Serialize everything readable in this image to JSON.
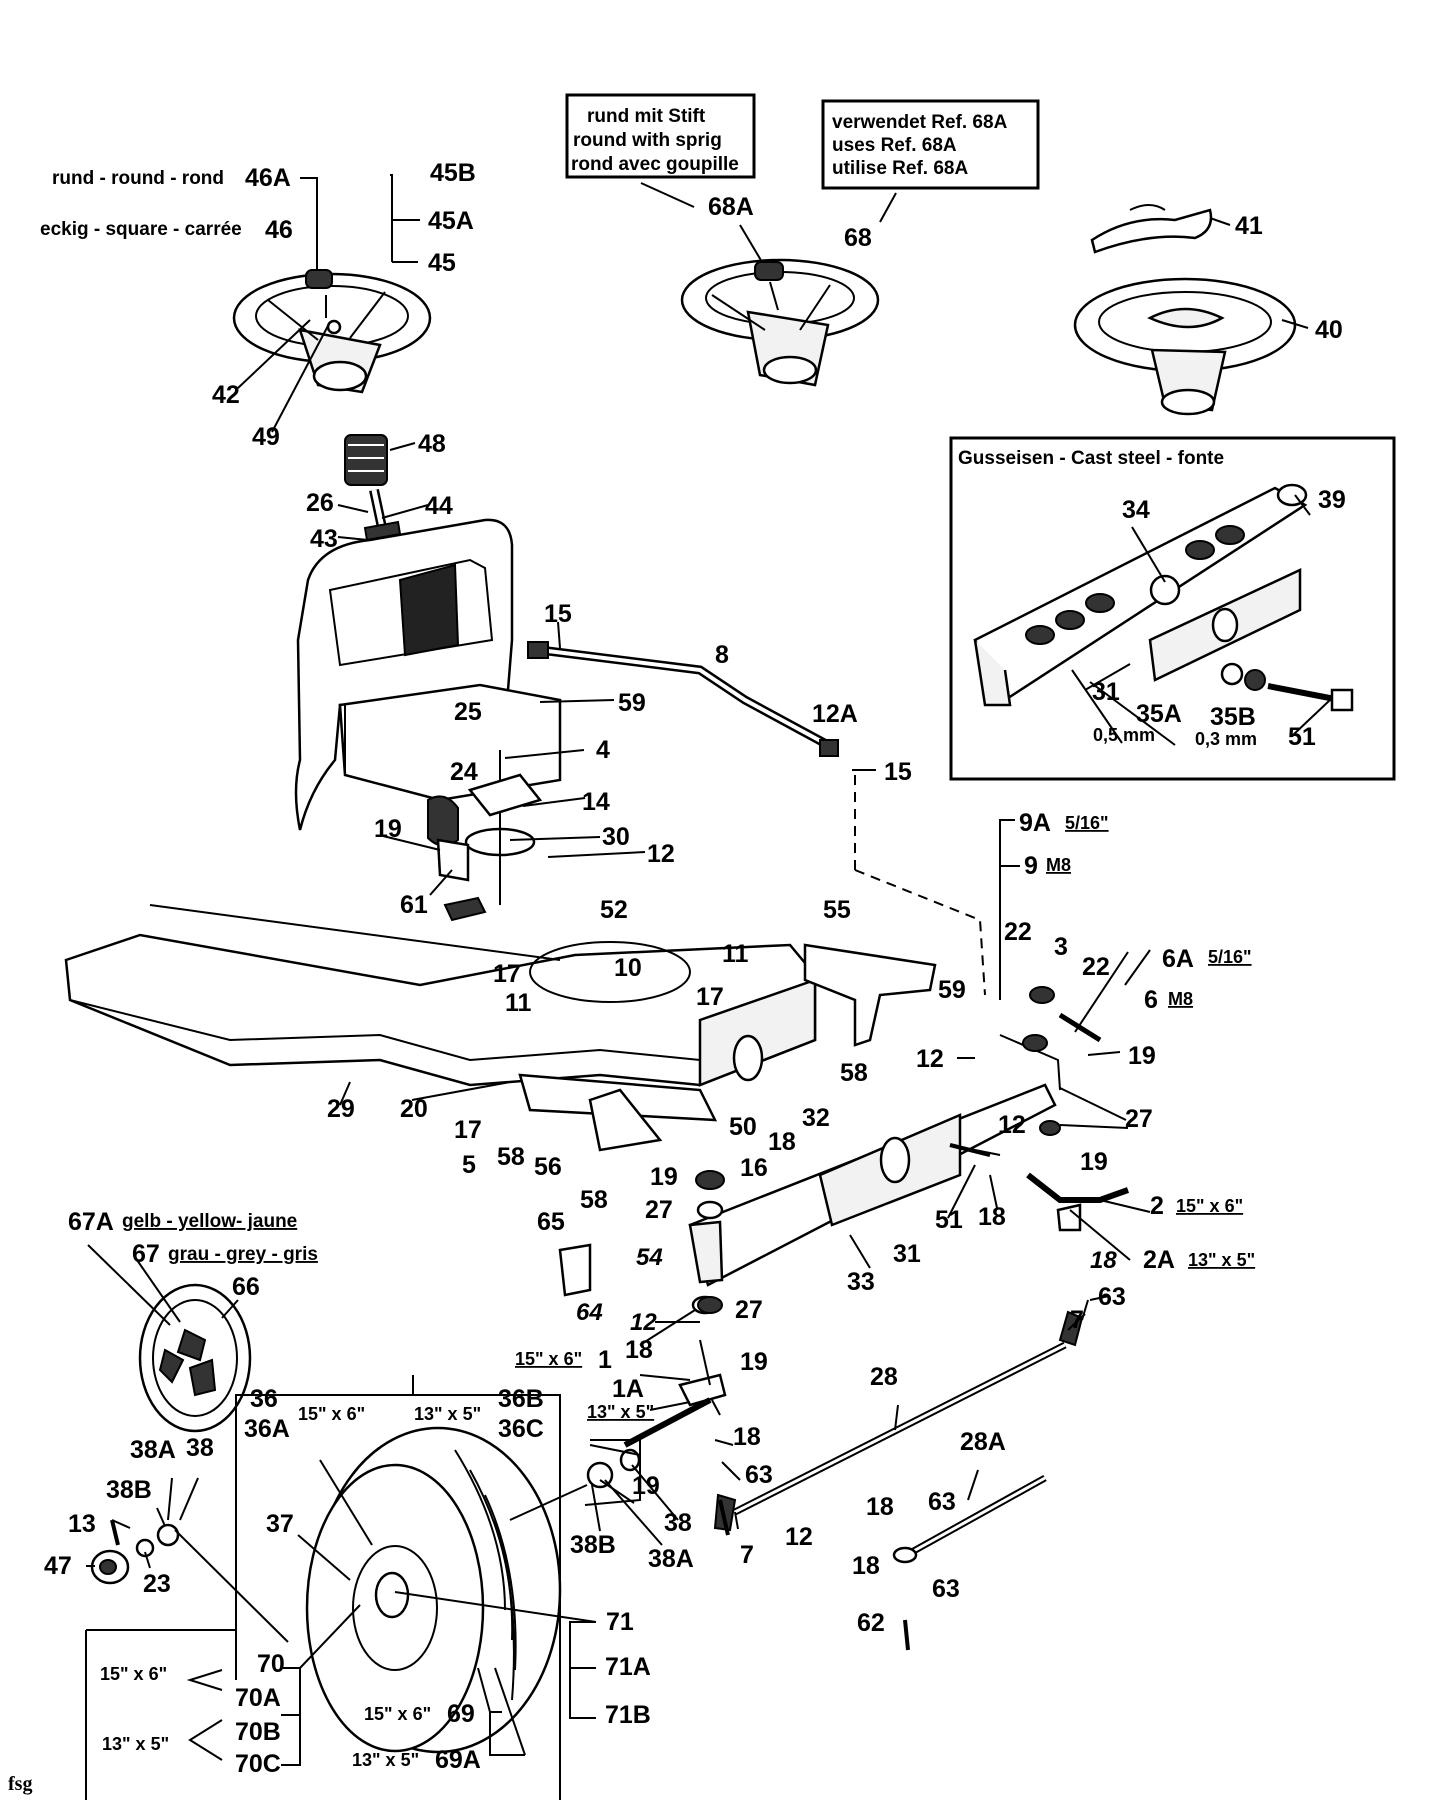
{
  "notes": {
    "round_pin": [
      "rund mit Stift",
      "round with sprig",
      "rond avec goupille"
    ],
    "uses_68a": [
      "verwendet Ref. 68A",
      "uses Ref. 68A",
      "utilise Ref. 68A"
    ],
    "cast_steel": "Gusseisen - Cast steel - fonte",
    "round_46a": "rund - round - rond",
    "square_46": "eckig - square - carrée",
    "yellow_67a": "gelb - yellow- jaune",
    "grey_67": "grau - grey - gris"
  },
  "sizes": {
    "s516": "5/16\"",
    "m8": "M8",
    "w15x6": "15\" x 6\"",
    "w13x5": "13\" x 5\"",
    "mm05": "0,5 mm",
    "mm03": "0,3 mm"
  },
  "labels": {
    "p46A": "46A",
    "p46": "46",
    "p45B": "45B",
    "p45A": "45A",
    "p45": "45",
    "p42": "42",
    "p49": "49",
    "p48": "48",
    "p26": "26",
    "p44": "44",
    "p43": "43",
    "p68A": "68A",
    "p68": "68",
    "p41": "41",
    "p40": "40",
    "p34": "34",
    "p39": "39",
    "p31box": "31",
    "p35A": "35A",
    "p35B": "35B",
    "p51box": "51",
    "p15a": "15",
    "p8": "8",
    "p59a": "59",
    "p25": "25",
    "p4": "4",
    "p12A": "12A",
    "p15b": "15",
    "p24": "24",
    "p14": "14",
    "p30": "30",
    "p19a": "19",
    "p12a": "12",
    "p61": "61",
    "p9A": "9A",
    "p9": "9",
    "p55": "55",
    "p52": "52",
    "p10": "10",
    "p11a": "11",
    "p17a": "17",
    "p11b": "11",
    "p17b": "17",
    "p22a": "22",
    "p3": "3",
    "p22b": "22",
    "p6A": "6A",
    "p6": "6",
    "p59b": "59",
    "p19b": "19",
    "p12b": "12",
    "p58a": "58",
    "p29": "29",
    "p20": "20",
    "p17c": "17",
    "p5": "5",
    "p58b": "58",
    "p56": "56",
    "p50": "50",
    "p18a": "18",
    "p32": "32",
    "p27a": "27",
    "p12c": "12",
    "p19c": "19",
    "p16": "16",
    "p19d": "19",
    "p58c": "58",
    "p27b": "27",
    "p2": "2",
    "p51": "51",
    "p18b": "18",
    "p2A": "2A",
    "p65": "65",
    "p54": "54",
    "p31": "31",
    "p33": "33",
    "p18c": "18",
    "p63a": "63",
    "p64": "64",
    "p27c": "27",
    "p67A": "67A",
    "p67": "67",
    "p66": "66",
    "p12d": "12",
    "p18d": "18",
    "p19e": "19",
    "p1": "1",
    "p1A": "1A",
    "p7a": "7",
    "p28": "28",
    "p36": "36",
    "p36A": "36A",
    "p36B": "36B",
    "p36C": "36C",
    "p38A": "38A",
    "p38": "38",
    "p38Ba": "38B",
    "p13": "13",
    "p47": "47",
    "p23": "23",
    "p37": "37",
    "p18e": "18",
    "p63b": "63",
    "p19f": "19",
    "p38b": "38",
    "p38Bb": "38B",
    "p38Ab": "38A",
    "p7b": "7",
    "p12e": "12",
    "p28A": "28A",
    "p18f": "18",
    "p63c": "63",
    "p18g": "18",
    "p63d": "63",
    "p62": "62",
    "p71": "71",
    "p71A": "71A",
    "p71B": "71B",
    "p70": "70",
    "p70A": "70A",
    "p70B": "70B",
    "p70C": "70C",
    "p69": "69",
    "p69A": "69A"
  },
  "signature": "fsg"
}
